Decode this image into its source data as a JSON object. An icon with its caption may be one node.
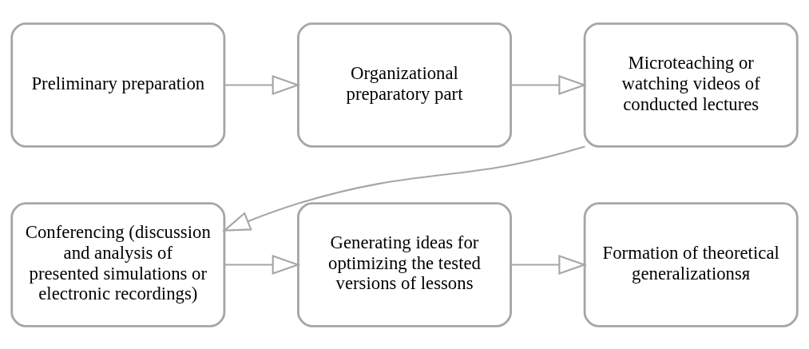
{
  "diagram": {
    "nodes": [
      {
        "text": [
          "Preliminary preparation"
        ]
      },
      {
        "text": [
          "Organizational preparatory part"
        ]
      },
      {
        "text": [
          "Microteaching or watching videos of conducted lectures"
        ]
      },
      {
        "text": [
          "Conferencing (discussion and analysis of presented simulations or electronic recordings)"
        ]
      },
      {
        "text": [
          "Generating ideas for optimizing the tested versions of lessons"
        ]
      },
      {
        "text": [
          "Formation of theoretical generalizationsя"
        ]
      }
    ],
    "edges": [
      {
        "from": 0,
        "to": 1,
        "arrow": "to"
      },
      {
        "from": 1,
        "to": 2,
        "arrow": "to"
      },
      {
        "from": 2,
        "to": 3,
        "arrow": "to"
      },
      {
        "from": 3,
        "to": 4,
        "arrow": "to"
      },
      {
        "from": 4,
        "to": 5,
        "arrow": "to"
      }
    ]
  }
}
